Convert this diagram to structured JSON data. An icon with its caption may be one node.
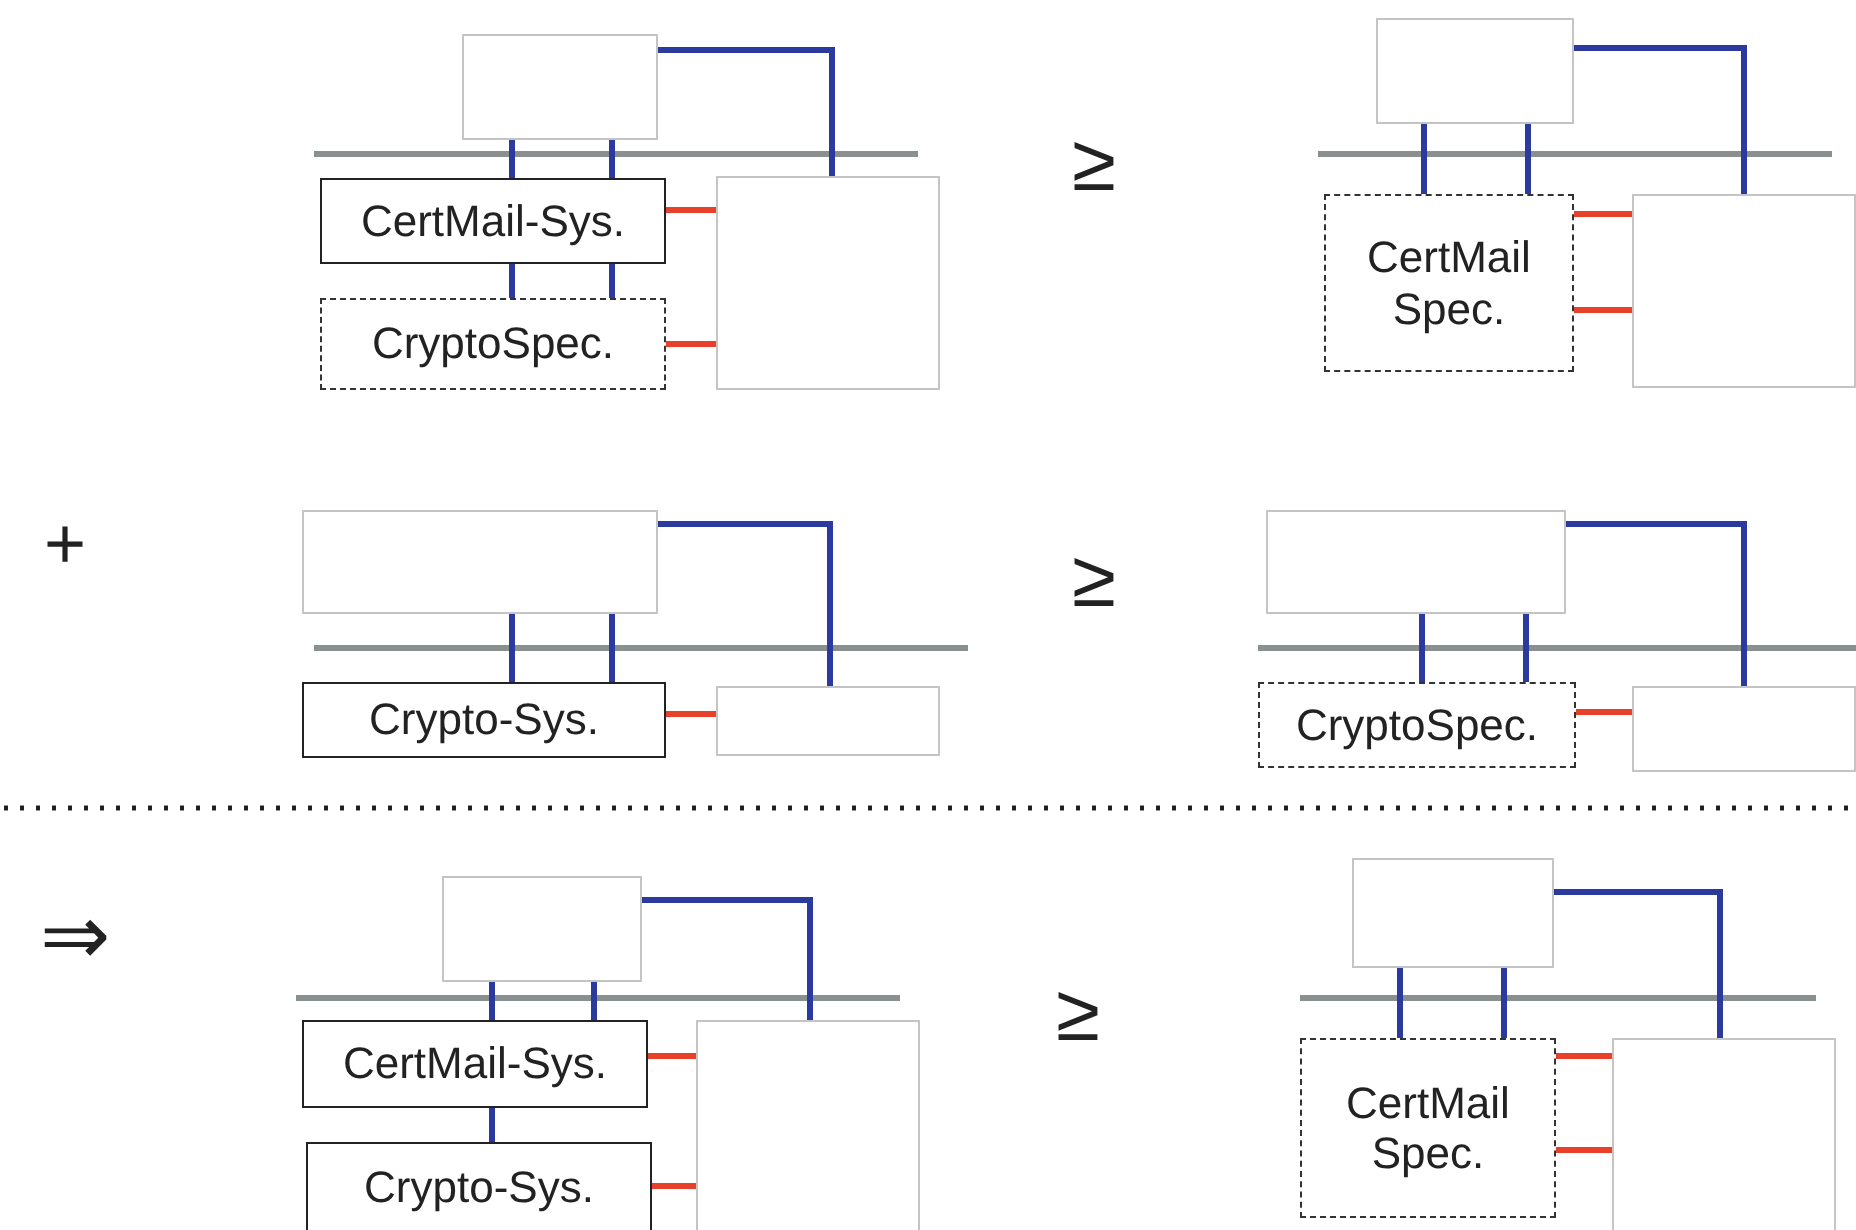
{
  "diagram": {
    "nodes": [
      {
        "text": [],
        "shape": "box"
      },
      {
        "text": [
          "CertMail-Sys."
        ]
      },
      {
        "text": [
          "CryptoSpec."
        ]
      },
      {
        "text": [],
        "shape": "box"
      },
      {
        "text": [],
        "shape": "box"
      },
      {
        "text": [
          "CertMail Spec."
        ]
      },
      {
        "text": [],
        "shape": "box"
      },
      {
        "text": [],
        "shape": "box"
      },
      {
        "text": [
          "Crypto-Sys."
        ]
      },
      {
        "text": [],
        "shape": "box"
      },
      {
        "text": [],
        "shape": "box"
      },
      {
        "text": [
          "CryptoSpec."
        ]
      },
      {
        "text": [],
        "shape": "box"
      },
      {
        "text": [],
        "shape": "box"
      },
      {
        "text": [
          "CertMail-Sys."
        ]
      },
      {
        "text": [
          "Crypto-Sys."
        ]
      },
      {
        "text": [],
        "shape": "box"
      },
      {
        "text": [],
        "shape": "box"
      },
      {
        "text": [
          "CertMail Spec."
        ]
      },
      {
        "text": [],
        "shape": "box"
      }
    ],
    "edges": [
      {
        "from": 0,
        "to": 1,
        "arrow": "none"
      },
      {
        "from": 0,
        "to": 1,
        "arrow": "none"
      },
      {
        "from": 1,
        "to": 2,
        "arrow": "none"
      },
      {
        "from": 1,
        "to": 2,
        "arrow": "none"
      },
      {
        "from": 1,
        "to": 3,
        "arrow": "none",
        "color": "#e8402a"
      },
      {
        "from": 2,
        "to": 3,
        "arrow": "none",
        "color": "#e8402a"
      },
      {
        "from": 0,
        "to": 3,
        "arrow": "none"
      },
      {
        "from": 4,
        "to": 5,
        "arrow": "none"
      },
      {
        "from": 4,
        "to": 5,
        "arrow": "none"
      },
      {
        "from": 5,
        "to": 6,
        "arrow": "none",
        "color": "#e8402a"
      },
      {
        "from": 5,
        "to": 6,
        "arrow": "none",
        "color": "#e8402a"
      },
      {
        "from": 4,
        "to": 6,
        "arrow": "none"
      },
      {
        "from": 7,
        "to": 8,
        "arrow": "none"
      },
      {
        "from": 7,
        "to": 8,
        "arrow": "none"
      },
      {
        "from": 8,
        "to": 9,
        "arrow": "none",
        "color": "#e8402a"
      },
      {
        "from": 7,
        "to": 9,
        "arrow": "none"
      },
      {
        "from": 10,
        "to": 11,
        "arrow": "none"
      },
      {
        "from": 10,
        "to": 11,
        "arrow": "none"
      },
      {
        "from": 11,
        "to": 12,
        "arrow": "none",
        "color": "#e8402a"
      },
      {
        "from": 10,
        "to": 12,
        "arrow": "none"
      },
      {
        "from": 13,
        "to": 14,
        "arrow": "none"
      },
      {
        "from": 13,
        "to": 14,
        "arrow": "none"
      },
      {
        "from": 14,
        "to": 15,
        "arrow": "none"
      },
      {
        "from": 14,
        "to": 16,
        "arrow": "none",
        "color": "#e8402a"
      },
      {
        "from": 15,
        "to": 16,
        "arrow": "none",
        "color": "#e8402a"
      },
      {
        "from": 13,
        "to": 16,
        "arrow": "none"
      },
      {
        "from": 17,
        "to": 18,
        "arrow": "none"
      },
      {
        "from": 17,
        "to": 18,
        "arrow": "none"
      },
      {
        "from": 18,
        "to": 19,
        "arrow": "none",
        "color": "#e8402a"
      },
      {
        "from": 18,
        "to": 19,
        "arrow": "none",
        "color": "#e8402a"
      },
      {
        "from": 17,
        "to": 19,
        "arrow": "none"
      }
    ],
    "labels": [
      "≥",
      "+",
      "≥",
      "⇒",
      "≥"
    ]
  }
}
